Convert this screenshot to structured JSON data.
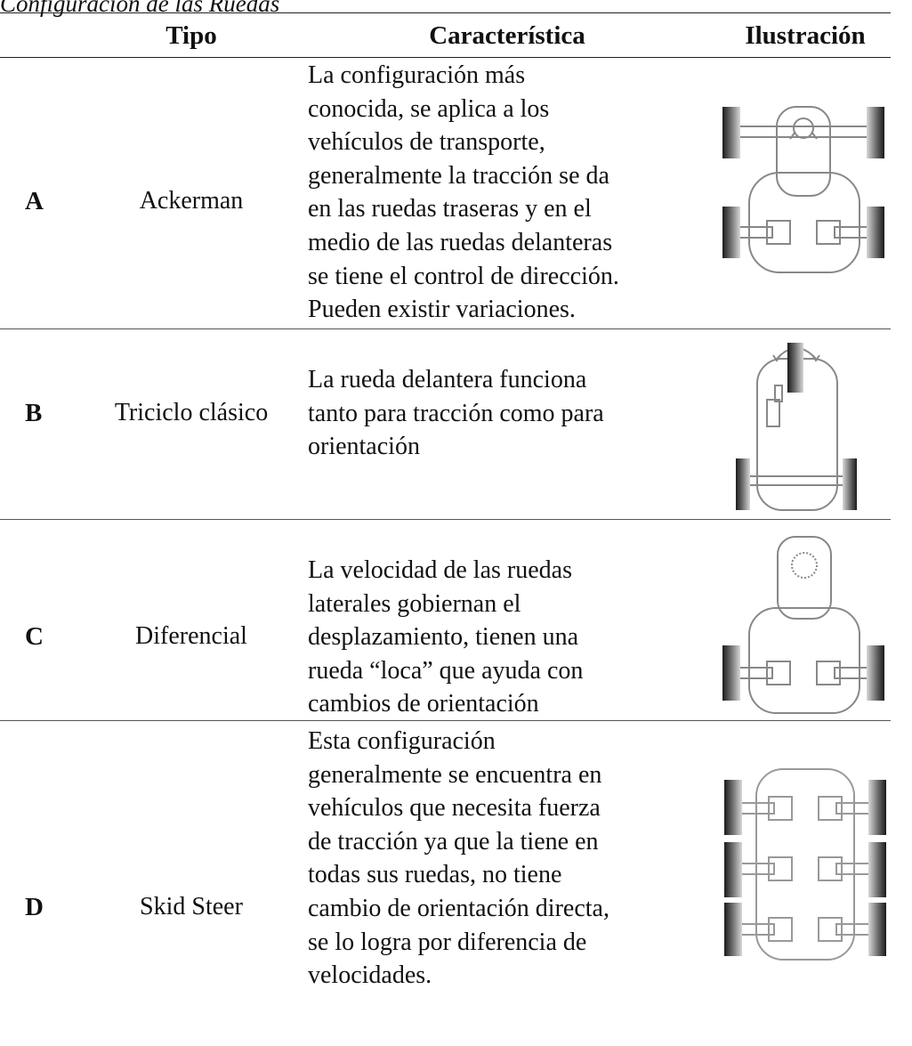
{
  "caption": "Configuración de las Ruedas",
  "headers": {
    "tipo": "Tipo",
    "caracteristica": "Característica",
    "ilustracion": "Ilustración"
  },
  "rows": [
    {
      "letter": "A",
      "tipo": "Ackerman",
      "lines": [
        "La configuración más",
        "conocida, se aplica a los",
        "vehículos de transporte,",
        "generalmente la tracción se da",
        "en las ruedas traseras y en el",
        "medio de las ruedas delanteras",
        "se tiene el control de dirección.",
        "Pueden existir variaciones."
      ],
      "illustration": "ackerman-diagram-icon"
    },
    {
      "letter": "B",
      "tipo": "Triciclo clásico",
      "lines": [
        "La rueda delantera funciona",
        "tanto para tracción como para",
        "orientación"
      ],
      "illustration": "tricycle-diagram-icon"
    },
    {
      "letter": "C",
      "tipo": "Diferencial",
      "lines": [
        "La velocidad de las ruedas",
        "laterales gobiernan el",
        "desplazamiento, tienen una",
        "rueda “loca” que ayuda con",
        "cambios de orientación"
      ],
      "illustration": "differential-diagram-icon"
    },
    {
      "letter": "D",
      "tipo": "Skid Steer",
      "lines": [
        "Esta configuración",
        "generalmente se encuentra en",
        "vehículos que necesita fuerza",
        "de tracción ya que la tiene en",
        "todas sus ruedas, no tiene",
        "cambio de orientación directa,",
        "se lo logra por diferencia de",
        "velocidades."
      ],
      "illustration": "skid-steer-diagram-icon"
    }
  ]
}
